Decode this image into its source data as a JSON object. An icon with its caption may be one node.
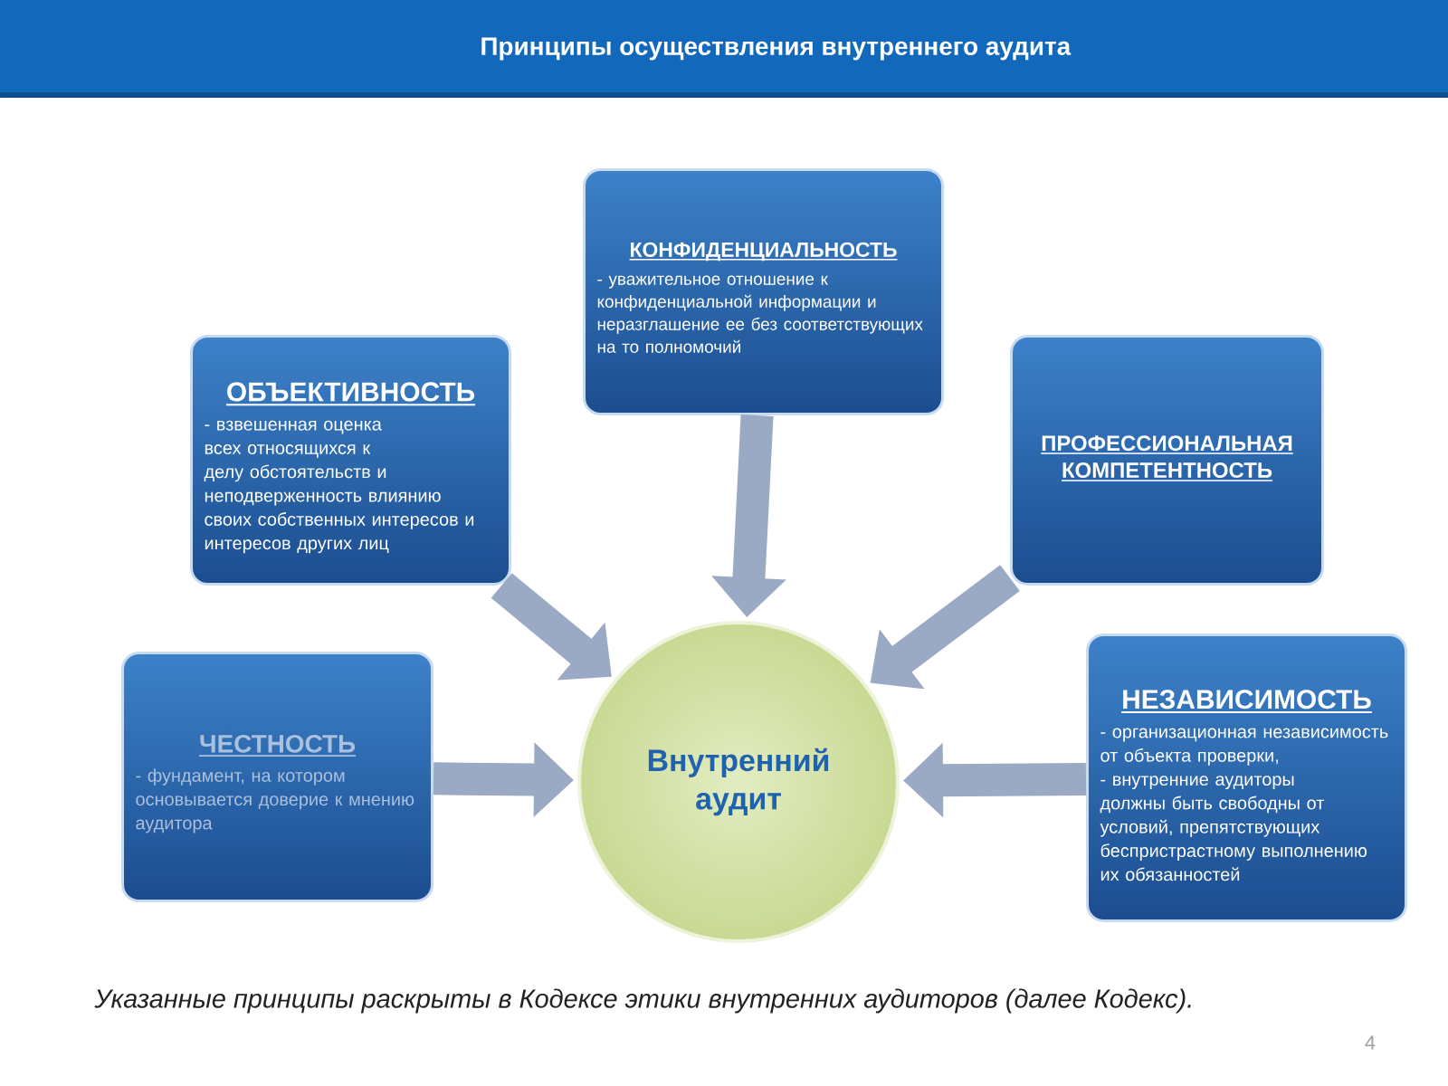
{
  "diagram": {
    "title": "Принципы осуществления внутреннего аудита",
    "caption": "Указанные принципы раскрыты в Кодексе этики внутренних аудиторов (далее Кодекс).",
    "nodes": [
      {
        "text": [
          "КОНФИДЕНЦИАЛЬНОСТЬ",
          "- уважительное отношение к конфиденциальной информации и неразглашение ее без соответствующих на то полномочий"
        ]
      },
      {
        "text": [
          "ОБЪЕКТИВНОСТЬ",
          "- взвешенная оценка всех относящихся к делу обстоятельств и неподверженность влиянию своих собственных интересов и интересов других лиц"
        ]
      },
      {
        "text": [
          "ПРОФЕССИОНАЛЬНАЯ КОМПЕТЕНТНОСТЬ"
        ]
      },
      {
        "text": [
          "ЧЕСТНОСТЬ",
          "- фундамент, на котором основывается доверие к мнению аудитора"
        ]
      },
      {
        "text": [
          "Внутренний аудит"
        ]
      },
      {
        "text": [
          "НЕЗАВИСИМОСТЬ",
          "- организационная независимость от объекта проверки,",
          "- внутренние аудиторы должны быть свободны от условий, препятствующих беспристрастному выполнению их обязанностей"
        ]
      }
    ],
    "edges": [
      {
        "from": 0,
        "to": 4,
        "arrow": "to"
      },
      {
        "from": 1,
        "to": 4,
        "arrow": "to"
      },
      {
        "from": 2,
        "to": 4,
        "arrow": "to"
      },
      {
        "from": 3,
        "to": 4,
        "arrow": "to"
      },
      {
        "from": 5,
        "to": 4,
        "arrow": "to"
      }
    ],
    "labels": [
      "4"
    ]
  }
}
